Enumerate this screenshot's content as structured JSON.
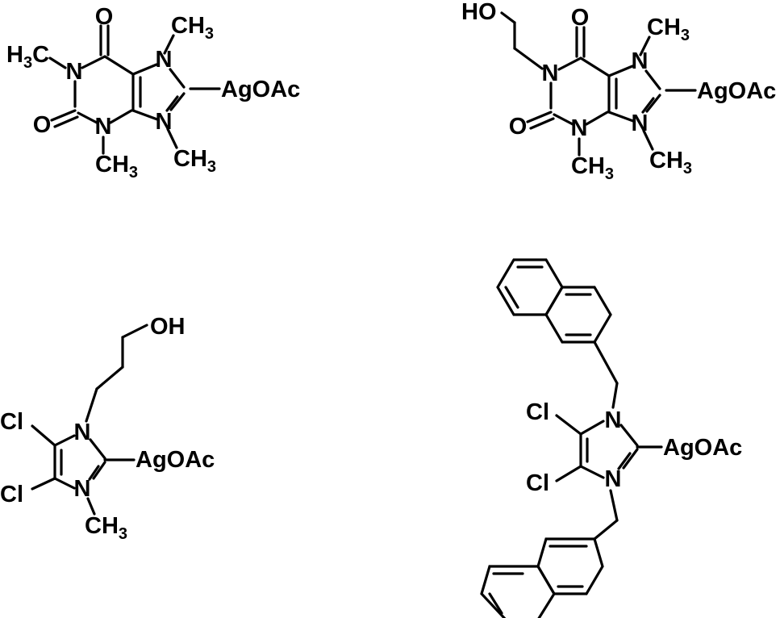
{
  "molecules": [
    {
      "name": "caffeine-silver-complex",
      "labels": {
        "o_top": "O",
        "o_left": "O",
        "n1": "N",
        "n3": "N",
        "n7": "N",
        "n9": "N",
        "me_n1_h": "H",
        "me_n1_sub": "3",
        "me_n1_c": "C",
        "me_n3_c": "CH",
        "me_n3_sub": "3",
        "me_n7_c": "CH",
        "me_n7_sub": "3",
        "me_n9_c": "CH",
        "me_n9_sub": "3",
        "metal": "AgOAc"
      }
    },
    {
      "name": "hydroxyethyl-theobromine-silver-complex",
      "labels": {
        "ho": "HO",
        "o_top": "O",
        "o_left": "O",
        "n1": "N",
        "n3": "N",
        "n7": "N",
        "n9": "N",
        "me_n3_c": "CH",
        "me_n3_sub": "3",
        "me_n7_c": "CH",
        "me_n7_sub": "3",
        "me_n9_c": "CH",
        "me_n9_sub": "3",
        "metal": "AgOAc"
      }
    },
    {
      "name": "dichloroimidazole-hydroxypropyl-silver-complex",
      "labels": {
        "oh": "OH",
        "n1": "N",
        "n3": "N",
        "cl_top": "Cl",
        "cl_bottom": "Cl",
        "me_c": "CH",
        "me_sub": "3",
        "metal": "AgOAc"
      }
    },
    {
      "name": "dichloroimidazole-bis-naphthylmethyl-silver-complex",
      "labels": {
        "n1": "N",
        "n3": "N",
        "cl_top": "Cl",
        "cl_bottom": "Cl",
        "metal": "AgOAc"
      }
    }
  ]
}
